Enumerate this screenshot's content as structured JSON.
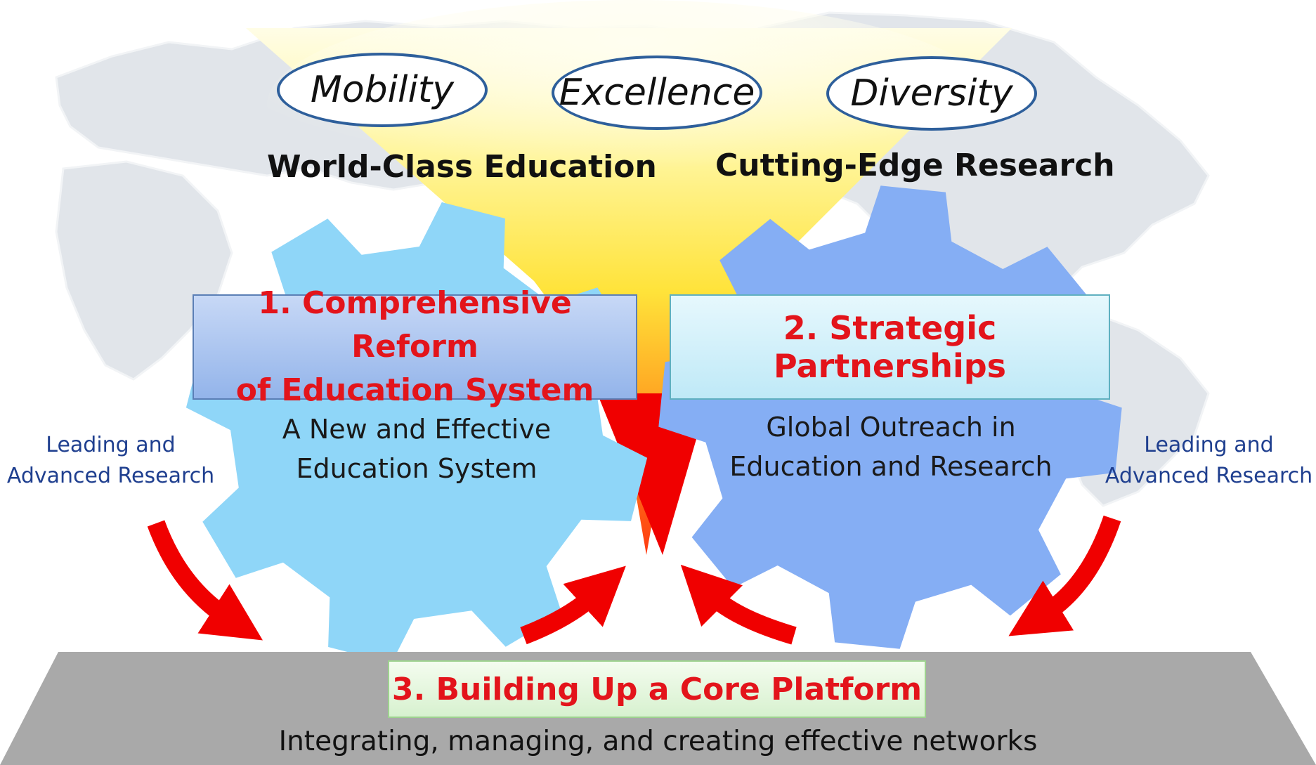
{
  "values": [
    "Mobility",
    "Excellence",
    "Diversity"
  ],
  "headings": {
    "education": "World-Class Education",
    "research": "Cutting-Edge Research"
  },
  "gear_left": {
    "title_line1": "1. Comprehensive Reform",
    "title_line2": "of Education System",
    "sub_line1": "A New and Effective",
    "sub_line2": "Education System"
  },
  "gear_right": {
    "title": "2. Strategic Partnerships",
    "sub_line1": "Global Outreach in",
    "sub_line2": "Education and Research"
  },
  "side_left": {
    "line1": "Leading and",
    "line2": "Advanced Research"
  },
  "side_right": {
    "line1": "Leading and",
    "line2": "Advanced Research"
  },
  "platform": {
    "title": "3. Building Up a Core Platform",
    "subtitle": "Integrating, managing, and creating effective networks"
  },
  "colors": {
    "title_red": "#e3141b",
    "gear_left": "#8fd6f8",
    "gear_right": "#85aef4",
    "arrow_red": "#f00000",
    "platform_gray": "#a9a9a9",
    "oval_border": "#2e5f9b",
    "side_text": "#1f3f8f"
  }
}
